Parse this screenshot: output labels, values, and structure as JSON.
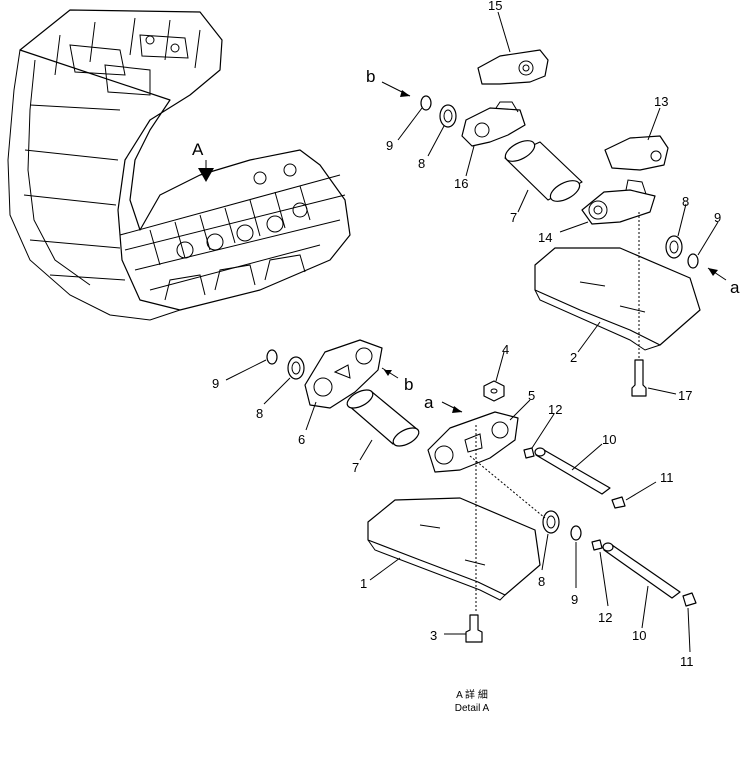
{
  "view_arrow": "A",
  "caption": {
    "line1": "A 詳 細",
    "line2": "Detail A"
  },
  "refs": {
    "a": "a",
    "b": "b"
  },
  "callouts": [
    {
      "id": "c15",
      "text": "15"
    },
    {
      "id": "c13",
      "text": "13"
    },
    {
      "id": "c9a",
      "text": "9"
    },
    {
      "id": "c8a",
      "text": "8"
    },
    {
      "id": "c16",
      "text": "16"
    },
    {
      "id": "c7a",
      "text": "7"
    },
    {
      "id": "c14",
      "text": "14"
    },
    {
      "id": "c8b",
      "text": "8"
    },
    {
      "id": "c9b",
      "text": "9"
    },
    {
      "id": "c2",
      "text": "2"
    },
    {
      "id": "c17",
      "text": "17"
    },
    {
      "id": "c4",
      "text": "4"
    },
    {
      "id": "c5",
      "text": "5"
    },
    {
      "id": "c9c",
      "text": "9"
    },
    {
      "id": "c8c",
      "text": "8"
    },
    {
      "id": "c6",
      "text": "6"
    },
    {
      "id": "c7b",
      "text": "7"
    },
    {
      "id": "c12a",
      "text": "12"
    },
    {
      "id": "c10a",
      "text": "10"
    },
    {
      "id": "c11a",
      "text": "11"
    },
    {
      "id": "c1",
      "text": "1"
    },
    {
      "id": "c8d",
      "text": "8"
    },
    {
      "id": "c9d",
      "text": "9"
    },
    {
      "id": "c12b",
      "text": "12"
    },
    {
      "id": "c10b",
      "text": "10"
    },
    {
      "id": "c11b",
      "text": "11"
    },
    {
      "id": "c3",
      "text": "3"
    }
  ]
}
